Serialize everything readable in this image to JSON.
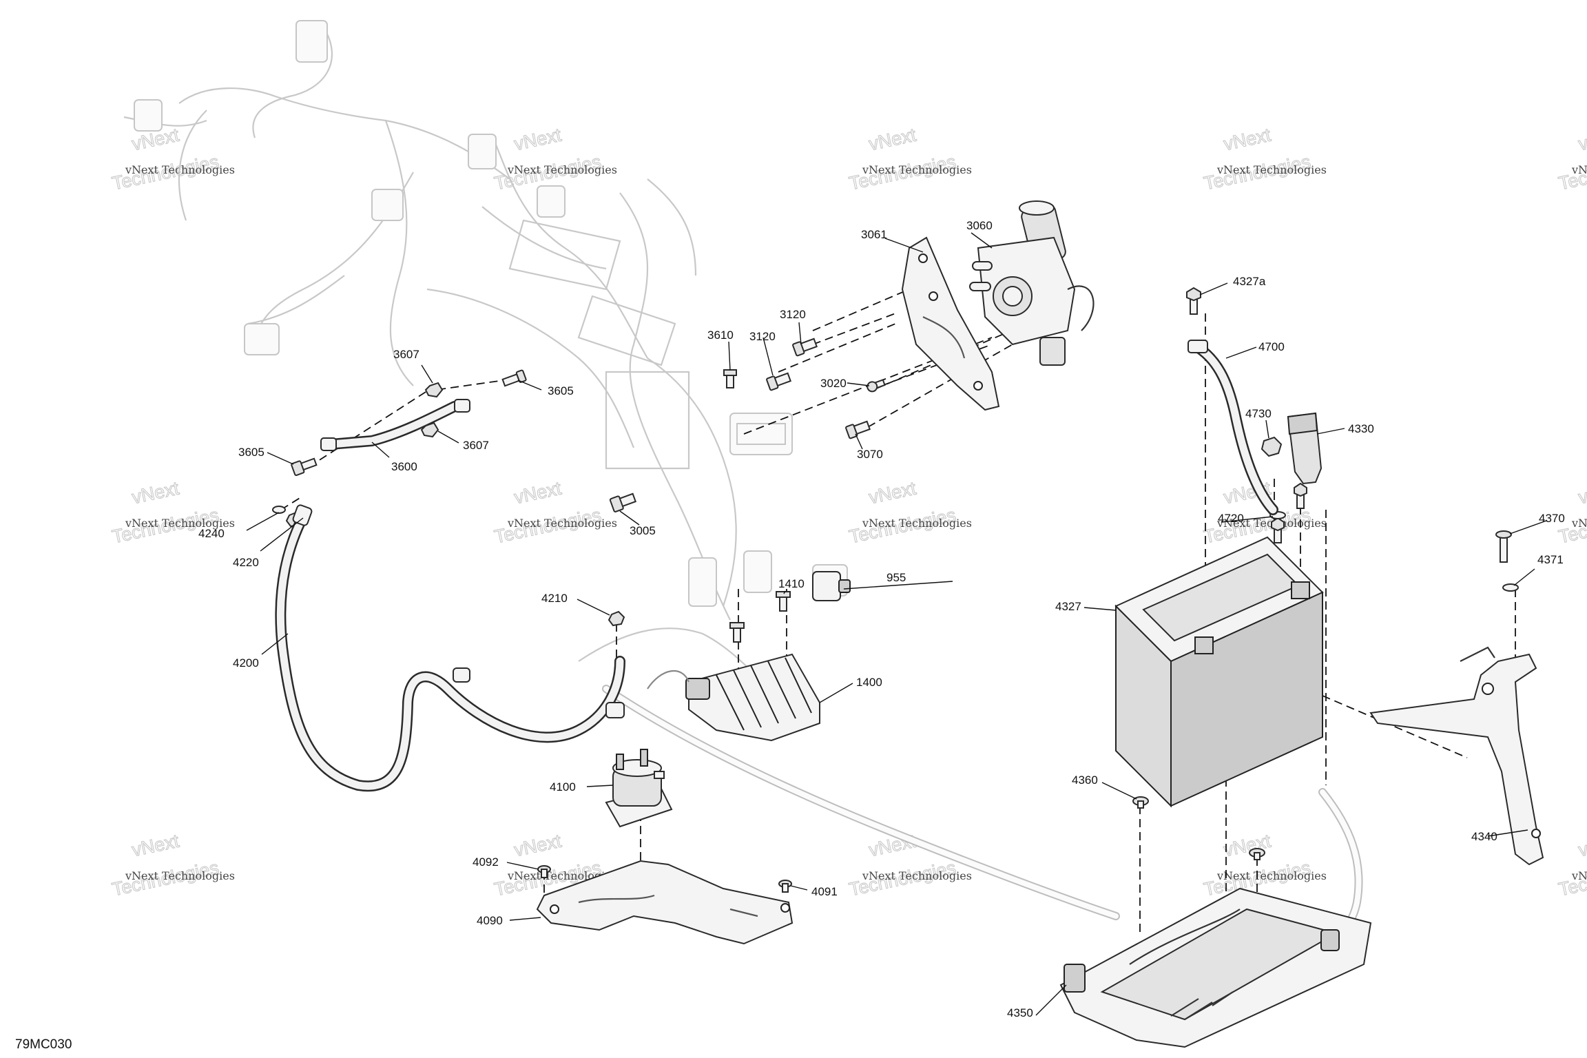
{
  "diagram_code": "79MC030",
  "watermark": {
    "line1": "vNext Technologies",
    "line2": "vNext",
    "line3": "Technologies"
  },
  "callouts": [
    {
      "id": "3060",
      "label": "3060"
    },
    {
      "id": "3061",
      "label": "3061"
    },
    {
      "id": "3120a",
      "label": "3120"
    },
    {
      "id": "3120b",
      "label": "3120"
    },
    {
      "id": "3610",
      "label": "3610"
    },
    {
      "id": "3020",
      "label": "3020"
    },
    {
      "id": "3070",
      "label": "3070"
    },
    {
      "id": "3607a",
      "label": "3607"
    },
    {
      "id": "3605a",
      "label": "3605"
    },
    {
      "id": "3605b",
      "label": "3605"
    },
    {
      "id": "3607b",
      "label": "3607"
    },
    {
      "id": "3600",
      "label": "3600"
    },
    {
      "id": "3005",
      "label": "3005"
    },
    {
      "id": "4240",
      "label": "4240"
    },
    {
      "id": "4220",
      "label": "4220"
    },
    {
      "id": "4200",
      "label": "4200"
    },
    {
      "id": "4210",
      "label": "4210"
    },
    {
      "id": "1410",
      "label": "1410"
    },
    {
      "id": "955",
      "label": "955"
    },
    {
      "id": "1400",
      "label": "1400"
    },
    {
      "id": "4100",
      "label": "4100"
    },
    {
      "id": "4092",
      "label": "4092"
    },
    {
      "id": "4091",
      "label": "4091"
    },
    {
      "id": "4090",
      "label": "4090"
    },
    {
      "id": "4327a",
      "label": "4327a"
    },
    {
      "id": "4700",
      "label": "4700"
    },
    {
      "id": "4730",
      "label": "4730"
    },
    {
      "id": "4330",
      "label": "4330"
    },
    {
      "id": "4720",
      "label": "4720"
    },
    {
      "id": "4327",
      "label": "4327"
    },
    {
      "id": "4370",
      "label": "4370"
    },
    {
      "id": "4371",
      "label": "4371"
    },
    {
      "id": "4340",
      "label": "4340"
    },
    {
      "id": "4360",
      "label": "4360"
    },
    {
      "id": "4350",
      "label": "4350"
    }
  ]
}
